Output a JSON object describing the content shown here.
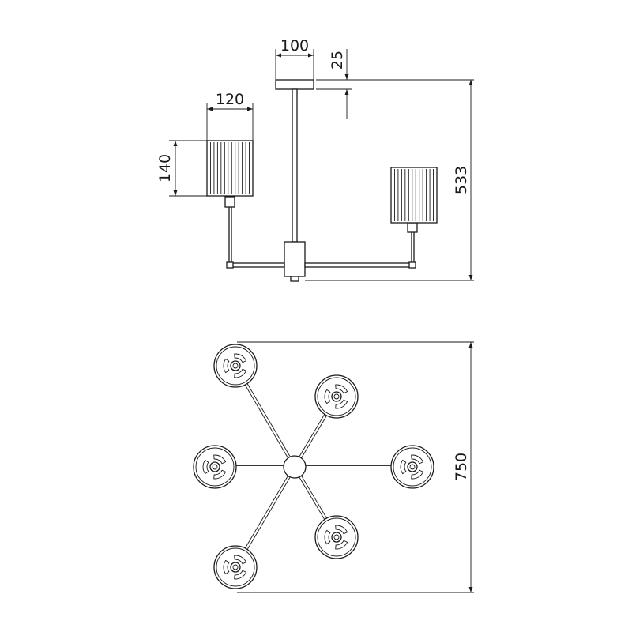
{
  "dimensions": {
    "canopy_width": "100",
    "canopy_height": "25",
    "shade_width": "120",
    "shade_height": "140",
    "total_height": "533",
    "total_diameter": "750"
  },
  "colors": {
    "line": "#1a1a1a",
    "background": "#ffffff"
  },
  "top_view_shades": 6
}
